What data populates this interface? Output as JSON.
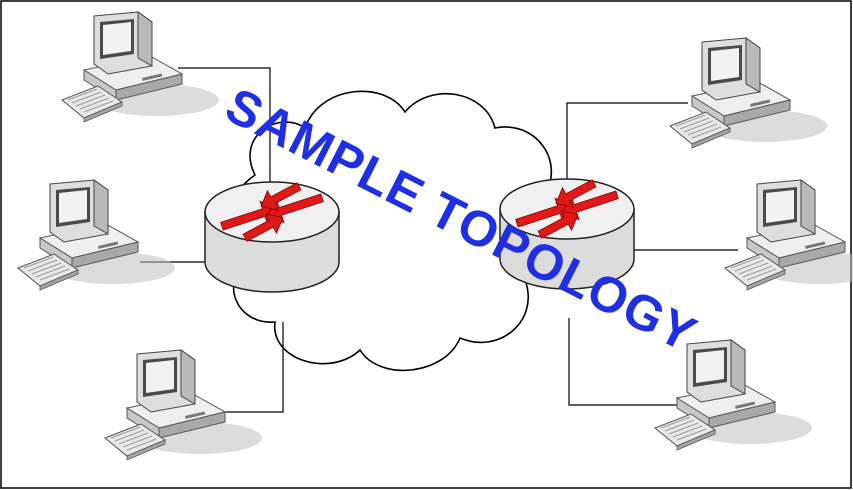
{
  "diagram": {
    "watermark": {
      "text": "SAMPLE TOPOLOGY",
      "color": "#1f2fe6"
    },
    "colors": {
      "border": "#000000",
      "link": "#000000",
      "cloud_stroke": "#000000",
      "cloud_fill": "#ffffff",
      "router_arrow": "#e01818",
      "router_body": "#e9e9e9",
      "computer_body": "#d9d9d9",
      "screen": "#e6e6e6"
    },
    "cloud": {
      "name": "network-cloud-icon"
    },
    "routers": [
      {
        "id": "router-left",
        "icon": "router-icon"
      },
      {
        "id": "router-right",
        "icon": "router-icon"
      }
    ],
    "computers": [
      {
        "id": "pc-left-top",
        "icon": "desktop-computer-icon",
        "connected_to": "router-left"
      },
      {
        "id": "pc-left-middle",
        "icon": "desktop-computer-icon",
        "connected_to": "router-left"
      },
      {
        "id": "pc-left-bottom",
        "icon": "desktop-computer-icon",
        "connected_to": "router-left"
      },
      {
        "id": "pc-right-top",
        "icon": "desktop-computer-icon",
        "connected_to": "router-right"
      },
      {
        "id": "pc-right-middle",
        "icon": "desktop-computer-icon",
        "connected_to": "router-right"
      },
      {
        "id": "pc-right-bottom",
        "icon": "desktop-computer-icon",
        "connected_to": "router-right"
      }
    ]
  }
}
